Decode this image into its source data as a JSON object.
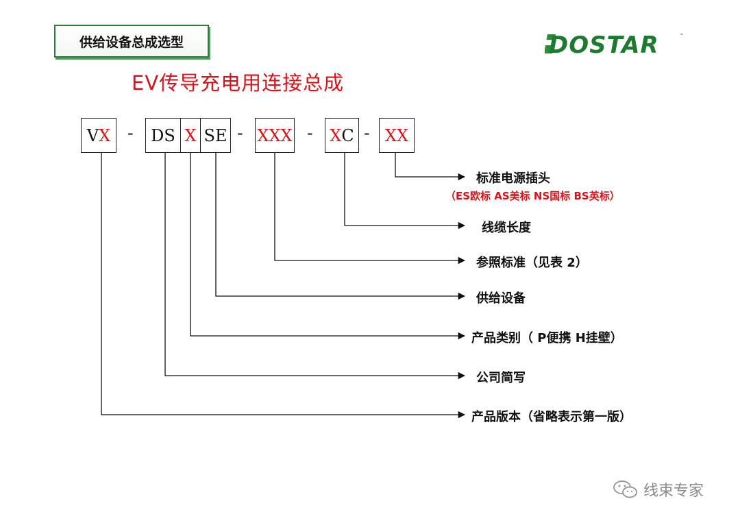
{
  "header": {
    "title": "供给设备总成选型"
  },
  "logo": {
    "text": "DOSTAR",
    "tm": "™"
  },
  "diagram": {
    "title": "EV传导充电用连接总成",
    "code_boxes": [
      {
        "black": "V",
        "red": "X"
      },
      {
        "black": "DS",
        "red": ""
      },
      {
        "black": "",
        "red": "X"
      },
      {
        "black": "SE",
        "red": ""
      },
      {
        "black": "",
        "red": "XXX"
      },
      {
        "black": "C",
        "red": "X"
      },
      {
        "black": "",
        "red": "XX"
      }
    ],
    "dash": "-",
    "labels": [
      "标准电源插头",
      "线缆长度",
      "参照标准（见表 2）",
      "供给设备",
      "产品类别（ P便携 H挂壁）",
      "公司简写",
      "产品版本（省略表示第一版）"
    ],
    "plug_standards_note": "（ES欧标 AS美标 NS国标 BS英标）"
  },
  "watermark": {
    "text": "线束专家",
    "icon": "wechat-icon"
  }
}
